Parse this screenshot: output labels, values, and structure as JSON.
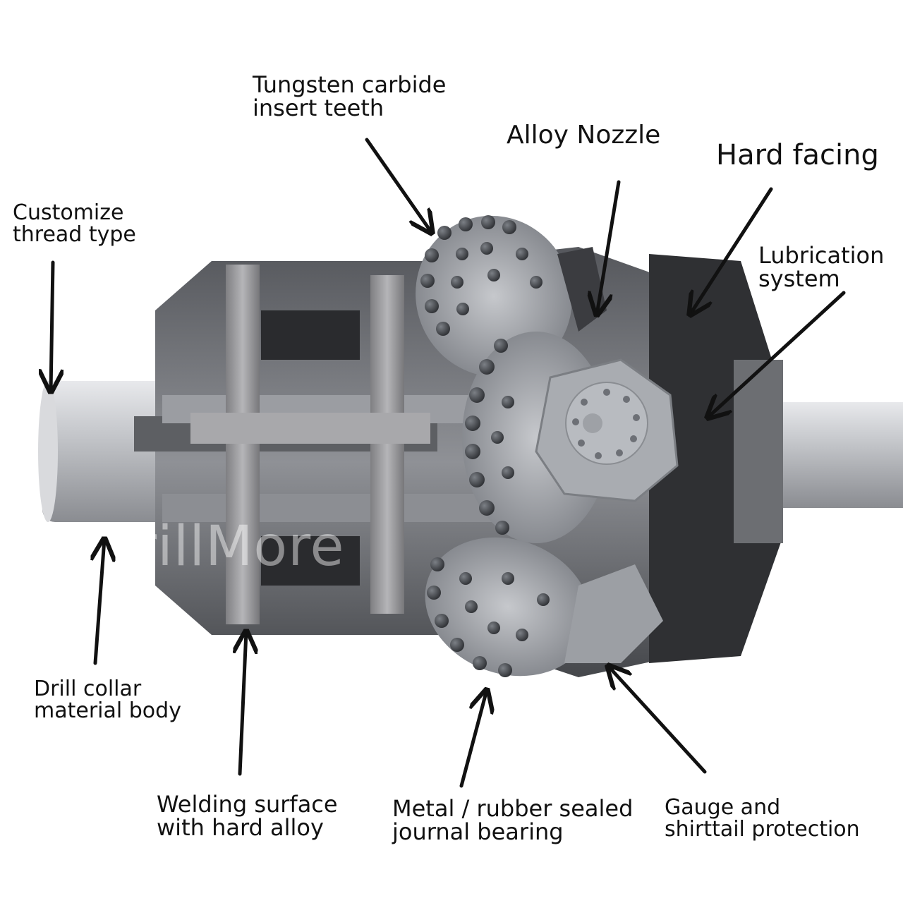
{
  "labels": {
    "tungsten": [
      "Tungsten carbide",
      "insert teeth"
    ],
    "nozzle": [
      "Alloy Nozzle"
    ],
    "hardfacing": [
      "Hard facing"
    ],
    "thread": [
      "Customize",
      "thread type"
    ],
    "lubrication": [
      "Lubrication",
      "system"
    ],
    "collar": [
      "Drill collar",
      "material body"
    ],
    "welding": [
      "Welding surface",
      "with hard alloy"
    ],
    "bearing": [
      "Metal / rubber sealed",
      "journal bearing"
    ],
    "gauge": [
      "Gauge and",
      "shirttail protection"
    ]
  },
  "watermark": "rillMore",
  "colors": {
    "text": "#111111",
    "arrow": "#111111",
    "steel_light": "#b9bcc2",
    "steel_mid": "#8d9096",
    "steel_dark": "#3a3b3f",
    "insert": "#4a4d52",
    "weld": "#9a9a9a"
  }
}
